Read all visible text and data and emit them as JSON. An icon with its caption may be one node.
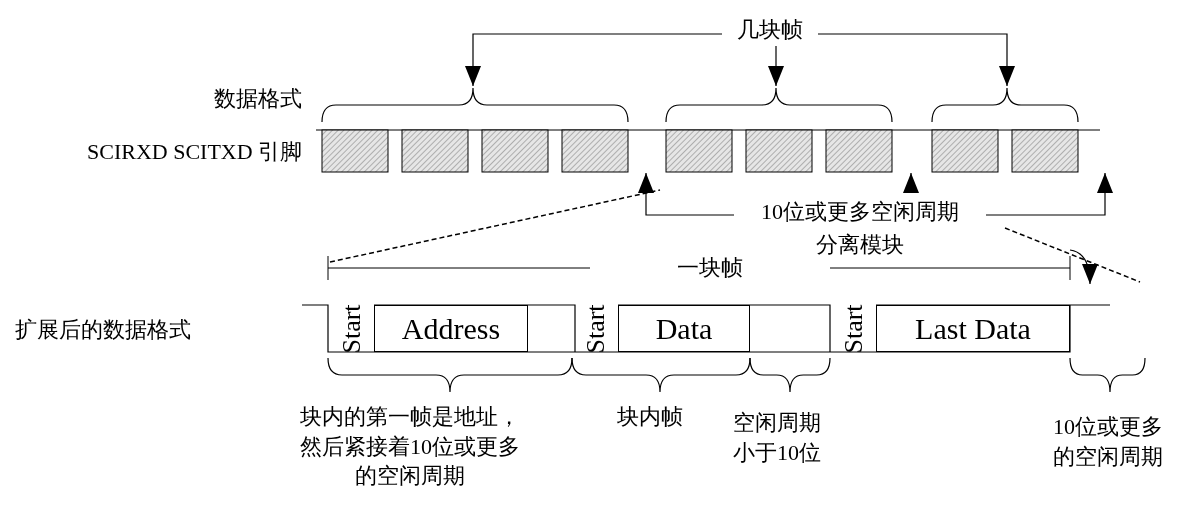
{
  "diagram": {
    "nodes": [
      {
        "text": [
          "几块帧"
        ]
      },
      {
        "text": [],
        "shape": "brace"
      },
      {
        "text": [],
        "shape": "brace"
      },
      {
        "text": [],
        "shape": "brace"
      },
      {
        "text": [],
        "shape": "bar"
      },
      {
        "text": [
          "10位或更多空闲周期",
          "分离模块"
        ]
      },
      {
        "text": [
          "Address"
        ],
        "beside": [
          "Start"
        ]
      },
      {
        "text": [
          "Data"
        ],
        "beside": [
          "Start"
        ]
      },
      {
        "text": [
          "Last Data"
        ],
        "beside": [
          "Start"
        ]
      }
    ],
    "edges": [
      {
        "from": 0,
        "to": 1,
        "arrow": "to"
      },
      {
        "from": 0,
        "to": 2,
        "arrow": "to"
      },
      {
        "from": 0,
        "to": 3,
        "arrow": "to"
      },
      {
        "from": 5,
        "to": 4,
        "arrow": "to"
      },
      {
        "from": 5,
        "to": 4,
        "arrow": "to"
      },
      {
        "from": 5,
        "to": 4,
        "arrow": "to"
      }
    ],
    "labels": [
      "数据格式",
      "SCIRXD SCITXD 引脚",
      "一块帧",
      "扩展后的数据格式",
      "块内的第一帧是地址，然后紧接着10位或更多的空闲周期",
      "块内帧",
      "空闲周期小于10位",
      "10位或更多的空闲周期"
    ]
  }
}
